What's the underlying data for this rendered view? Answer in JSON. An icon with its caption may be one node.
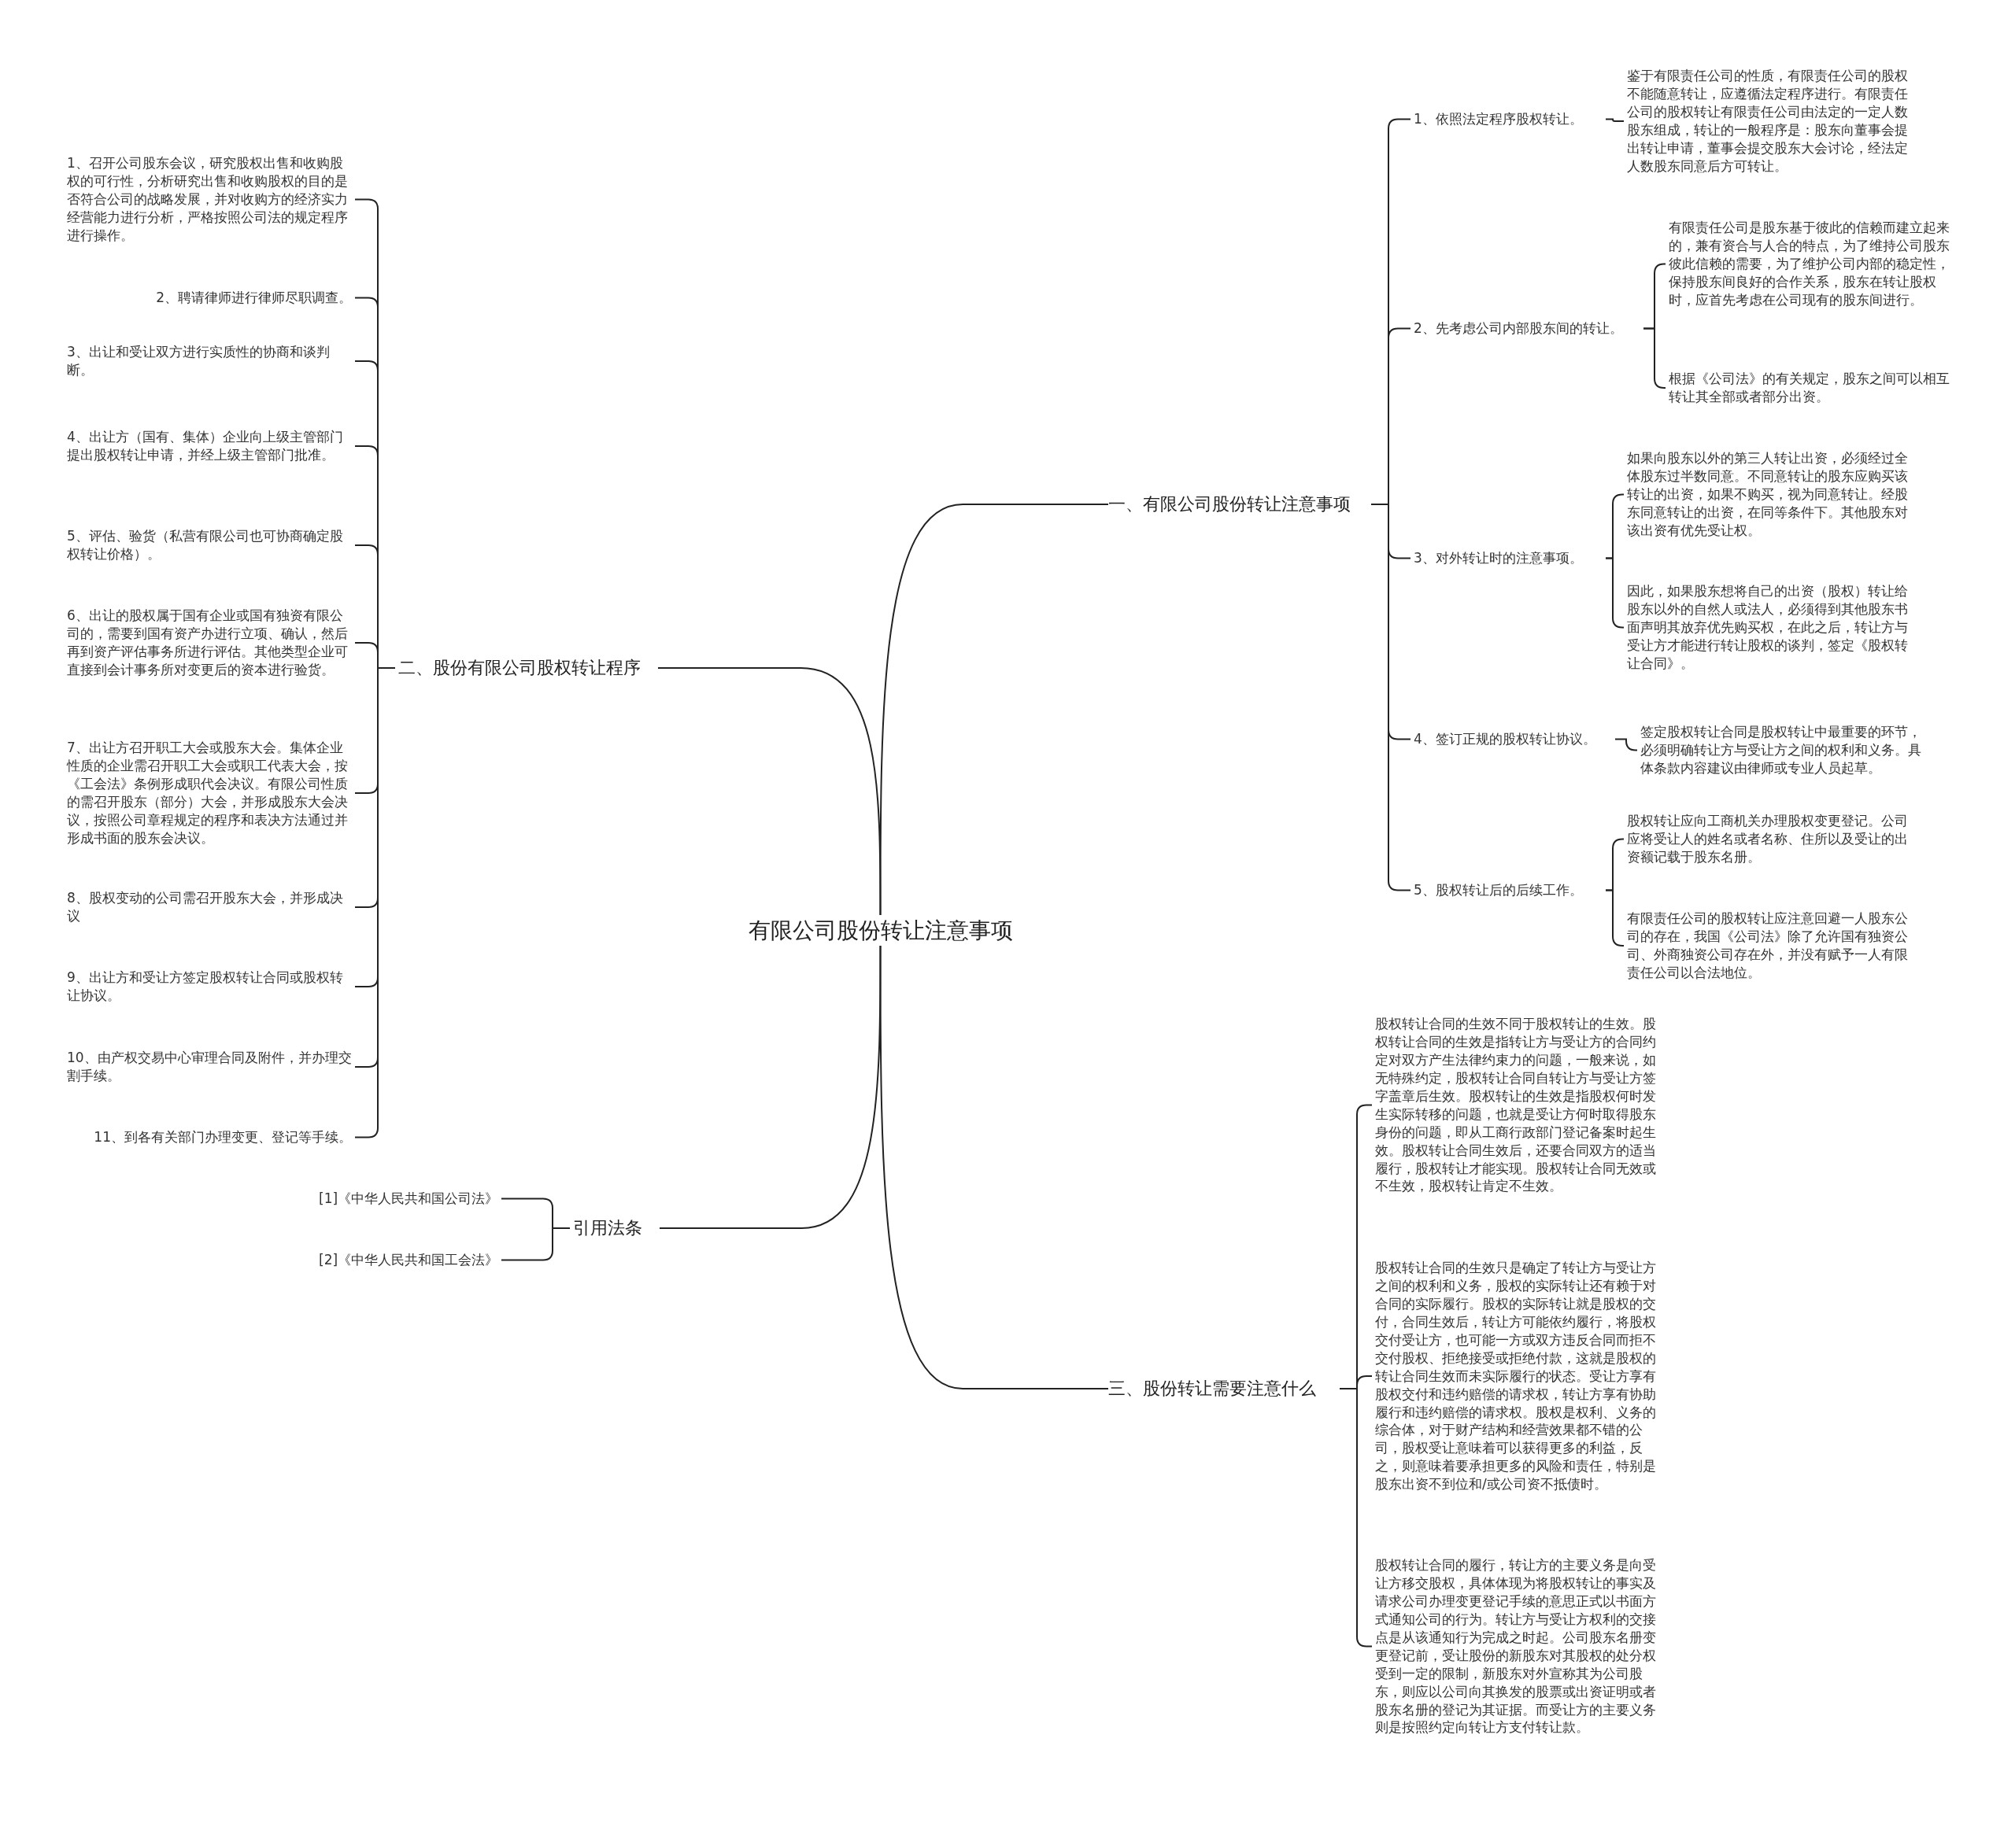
{
  "diagram": {
    "nodes": [
      {
        "text": [
          "有限公司股份转让注意事项"
        ]
      },
      {
        "text": [
          "一、有限公司股份转让注意事项"
        ]
      },
      {
        "text": [
          "1、依照法定程序股权转让。"
        ]
      },
      {
        "text": [
          "鉴于有限责任公司的性质，有限责任公司的股权不能随意转让，应遵循法定程序进行。有限责任公司的股权转让有限责任公司由法定的一定人数股东组成，转让的一般程序是：股东向董事会提出转让申请，董事会提交股东大会讨论，经法定人数股东同意后方可转让。"
        ]
      },
      {
        "text": [
          "2、先考虑公司内部股东间的转让。"
        ]
      },
      {
        "text": [
          "有限责任公司是股东基于彼此的信赖而建立起来的，兼有资合与人合的特点，为了维持公司股东彼此信赖的需要，为了维护公司内部的稳定性，保持股东间良好的合作关系，股东在转让股权时，应首先考虑在公司现有的股东间进行。"
        ]
      },
      {
        "text": [
          "根据《公司法》的有关规定，股东之间可以相互转让其全部或者部分出资。"
        ]
      },
      {
        "text": [
          "3、对外转让时的注意事项。"
        ]
      },
      {
        "text": [
          "如果向股东以外的第三人转让出资，必须经过全体股东过半数同意。不同意转让的股东应购买该转让的出资，如果不购买，视为同意转让。经股东同意转让的出资，在同等条件下。其他股东对该出资有优先受让权。"
        ]
      },
      {
        "text": [
          "因此，如果股东想将自己的出资（股权）转让给股东以外的自然人或法人，必须得到其他股东书面声明其放弃优先购买权，在此之后，转让方与受让方才能进行转让股权的谈判，签定《股权转让合同》。"
        ]
      },
      {
        "text": [
          "4、签订正规的股权转让协议。"
        ]
      },
      {
        "text": [
          "签定股权转让合同是股权转让中最重要的环节，必须明确转让方与受让方之间的权利和义务。具体条款内容建议由律师或专业人员起草。"
        ]
      },
      {
        "text": [
          "5、股权转让后的后续工作。"
        ]
      },
      {
        "text": [
          "股权转让应向工商机关办理股权变更登记。公司应将受让人的姓名或者名称、住所以及受让的出资额记载于股东名册。"
        ]
      },
      {
        "text": [
          "有限责任公司的股权转让应注意回避一人股东公司的存在，我国《公司法》除了允许国有独资公司、外商独资公司存在外，并没有赋予一人有限责任公司以合法地位。"
        ]
      },
      {
        "text": [
          "二、股份有限公司股权转让程序"
        ]
      },
      {
        "text": [
          "1、召开公司股东会议，研究股权出售和收购股权的可行性，分析研究出售和收购股权的目的是否符合公司的战略发展，并对收购方的经济实力经营能力进行分析，严格按照公司法的规定程序进行操作。"
        ]
      },
      {
        "text": [
          "2、聘请律师进行律师尽职调查。"
        ]
      },
      {
        "text": [
          "3、出让和受让双方进行实质性的协商和谈判断。"
        ]
      },
      {
        "text": [
          "4、出让方（国有、集体）企业向上级主管部门提出股权转让申请，并经上级主管部门批准。"
        ]
      },
      {
        "text": [
          "5、评估、验货（私营有限公司也可协商确定股权转让价格）。"
        ]
      },
      {
        "text": [
          "6、出让的股权属于国有企业或国有独资有限公司的，需要到国有资产办进行立项、确认，然后再到资产评估事务所进行评估。其他类型企业可直接到会计事务所对变更后的资本进行验货。"
        ]
      },
      {
        "text": [
          "7、出让方召开职工大会或股东大会。集体企业性质的企业需召开职工大会或职工代表大会，按《工会法》条例形成职代会决议。有限公司性质的需召开股东（部分）大会，并形成股东大会决议，按照公司章程规定的程序和表决方法通过并形成书面的股东会决议。"
        ]
      },
      {
        "text": [
          "8、股权变动的公司需召开股东大会，并形成决议"
        ]
      },
      {
        "text": [
          "9、出让方和受让方签定股权转让合同或股权转让协议。"
        ]
      },
      {
        "text": [
          "10、由产权交易中心审理合同及附件，并办理交割手续。"
        ]
      },
      {
        "text": [
          "11、到各有关部门办理变更、登记等手续。"
        ]
      },
      {
        "text": [
          "三、股份转让需要注意什么"
        ]
      },
      {
        "text": [
          "股权转让合同的生效不同于股权转让的生效。股权转让合同的生效是指转让方与受让方的合同约定对双方产生法律约束力的问题，一般来说，如无特殊约定，股权转让合同自转让方与受让方签字盖章后生效。股权转让的生效是指股权何时发生实际转移的问题，也就是受让方何时取得股东身份的问题，即从工商行政部门登记备案时起生效。股权转让合同生效后，还要合同双方的适当履行，股权转让才能实现。股权转让合同无效或不生效，股权转让肯定不生效。"
        ]
      },
      {
        "text": [
          "股权转让合同的生效只是确定了转让方与受让方之间的权利和义务，股权的实际转让还有赖于对合同的实际履行。股权的实际转让就是股权的交付，合同生效后，转让方可能依约履行，将股权交付受让方，也可能一方或双方违反合同而拒不交付股权、拒绝接受或拒绝付款，这就是股权的转让合同生效而未实际履行的状态。受让方享有股权交付和违约赔偿的请求权，转让方享有协助履行和违约赔偿的请求权。股权是权利、义务的综合体，对于财产结构和经营效果都不错的公司，股权受让意味着可以获得更多的利益，反之，则意味着要承担更多的风险和责任，特别是股东出资不到位和/或公司资不抵债时。"
        ]
      },
      {
        "text": [
          "股权转让合同的履行，转让方的主要义务是向受让方移交股权，具体体现为将股权转让的事实及请求公司办理变更登记手续的意思正式以书面方式通知公司的行为。转让方与受让方权利的交接点是从该通知行为完成之时起。公司股东名册变更登记前，受让股份的新股东对其股权的处分权受到一定的限制，新股东对外宣称其为公司股东，则应以公司向其换发的股票或出资证明或者股东名册的登记为其证据。而受让方的主要义务则是按照约定向转让方支付转让款。"
        ]
      },
      {
        "text": [
          "引用法条"
        ]
      },
      {
        "text": [
          "[1]《中华人民共和国公司法》"
        ]
      },
      {
        "text": [
          "[2]《中华人民共和国工会法》"
        ]
      }
    ],
    "edges": [
      {
        "from": 0,
        "to": 1,
        "arrow": "none"
      },
      {
        "from": 0,
        "to": 15,
        "arrow": "none"
      },
      {
        "from": 0,
        "to": 27,
        "arrow": "none"
      },
      {
        "from": 0,
        "to": 31,
        "arrow": "none"
      },
      {
        "from": 1,
        "to": 2,
        "arrow": "none"
      },
      {
        "from": 1,
        "to": 4,
        "arrow": "none"
      },
      {
        "from": 1,
        "to": 7,
        "arrow": "none"
      },
      {
        "from": 1,
        "to": 10,
        "arrow": "none"
      },
      {
        "from": 1,
        "to": 12,
        "arrow": "none"
      },
      {
        "from": 2,
        "to": 3,
        "arrow": "none"
      },
      {
        "from": 4,
        "to": 5,
        "arrow": "none"
      },
      {
        "from": 4,
        "to": 6,
        "arrow": "none"
      },
      {
        "from": 7,
        "to": 8,
        "arrow": "none"
      },
      {
        "from": 7,
        "to": 9,
        "arrow": "none"
      },
      {
        "from": 10,
        "to": 11,
        "arrow": "none"
      },
      {
        "from": 12,
        "to": 13,
        "arrow": "none"
      },
      {
        "from": 12,
        "to": 14,
        "arrow": "none"
      },
      {
        "from": 15,
        "to": 16,
        "arrow": "none"
      },
      {
        "from": 15,
        "to": 17,
        "arrow": "none"
      },
      {
        "from": 15,
        "to": 18,
        "arrow": "none"
      },
      {
        "from": 15,
        "to": 19,
        "arrow": "none"
      },
      {
        "from": 15,
        "to": 20,
        "arrow": "none"
      },
      {
        "from": 15,
        "to": 21,
        "arrow": "none"
      },
      {
        "from": 15,
        "to": 22,
        "arrow": "none"
      },
      {
        "from": 15,
        "to": 23,
        "arrow": "none"
      },
      {
        "from": 15,
        "to": 24,
        "arrow": "none"
      },
      {
        "from": 15,
        "to": 25,
        "arrow": "none"
      },
      {
        "from": 15,
        "to": 26,
        "arrow": "none"
      },
      {
        "from": 27,
        "to": 28,
        "arrow": "none"
      },
      {
        "from": 27,
        "to": 29,
        "arrow": "none"
      },
      {
        "from": 27,
        "to": 30,
        "arrow": "none"
      },
      {
        "from": 31,
        "to": 32,
        "arrow": "none"
      },
      {
        "from": 31,
        "to": 33,
        "arrow": "none"
      }
    ]
  }
}
